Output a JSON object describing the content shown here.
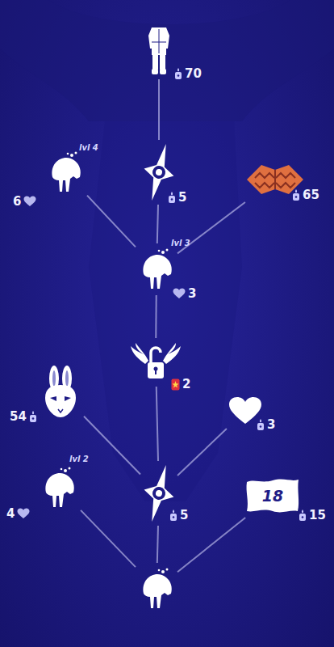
{
  "diagram": {
    "nodes": [
      {
        "text": [
          "70"
        ]
      },
      {
        "text": [
          "lvl 4",
          "6"
        ]
      },
      {
        "text": [
          "5"
        ]
      },
      {
        "text": [
          "65"
        ]
      },
      {
        "text": [
          "lvl 3",
          "3"
        ]
      },
      {
        "text": [
          "2"
        ]
      },
      {
        "text": [
          "54"
        ]
      },
      {
        "text": [
          "3"
        ]
      },
      {
        "text": [
          "lvl 2",
          "4"
        ]
      },
      {
        "text": [
          "5"
        ]
      },
      {
        "text": [
          "18",
          "15"
        ]
      },
      {
        "text": []
      }
    ],
    "edges": [
      {
        "from": 2,
        "to": 0,
        "arrow": "none"
      },
      {
        "from": 4,
        "to": 1,
        "arrow": "none"
      },
      {
        "from": 4,
        "to": 2,
        "arrow": "none"
      },
      {
        "from": 4,
        "to": 3,
        "arrow": "none"
      },
      {
        "from": 5,
        "to": 4,
        "arrow": "none"
      },
      {
        "from": 9,
        "to": 5,
        "arrow": "none"
      },
      {
        "from": 9,
        "to": 6,
        "arrow": "none"
      },
      {
        "from": 9,
        "to": 7,
        "arrow": "none"
      },
      {
        "from": 11,
        "to": 8,
        "arrow": "none"
      },
      {
        "from": 11,
        "to": 9,
        "arrow": "none"
      },
      {
        "from": 11,
        "to": 10,
        "arrow": "none"
      }
    ]
  }
}
